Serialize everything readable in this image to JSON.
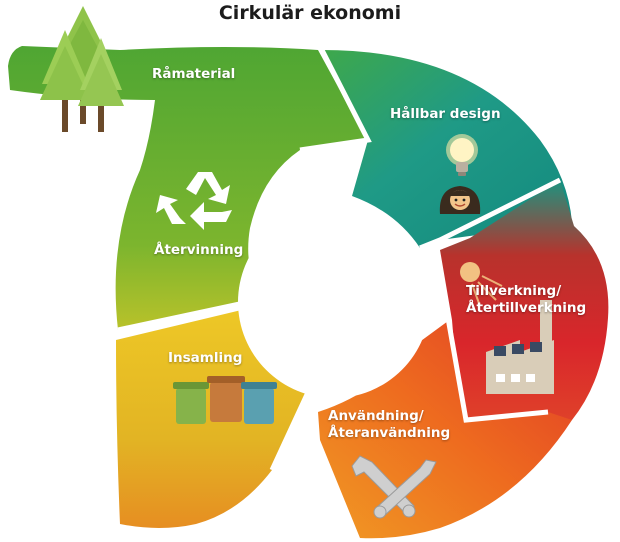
{
  "title": "Cirkulär ekonomi",
  "stages": {
    "ramaterial": "Råmaterial",
    "hallbar_design": "Hållbar design",
    "tillverkning_1": "Tillverkning/",
    "tillverkning_2": "Återtillverkning",
    "anvandning_1": "Användning/",
    "anvandning_2": "Återanvändning",
    "insamling": "Insamling",
    "atervinning": "Återvinning"
  },
  "colors": {
    "green": "#5fae34",
    "teal": "#1f9a86",
    "red": "#d9262b",
    "orange": "#ee6b1f",
    "yellow": "#e7c120"
  },
  "icons": [
    "tree-icon",
    "lightbulb-icon",
    "person-icon",
    "factory-icon",
    "wrench-icon",
    "waste-bins-icon",
    "recycle-icon"
  ]
}
